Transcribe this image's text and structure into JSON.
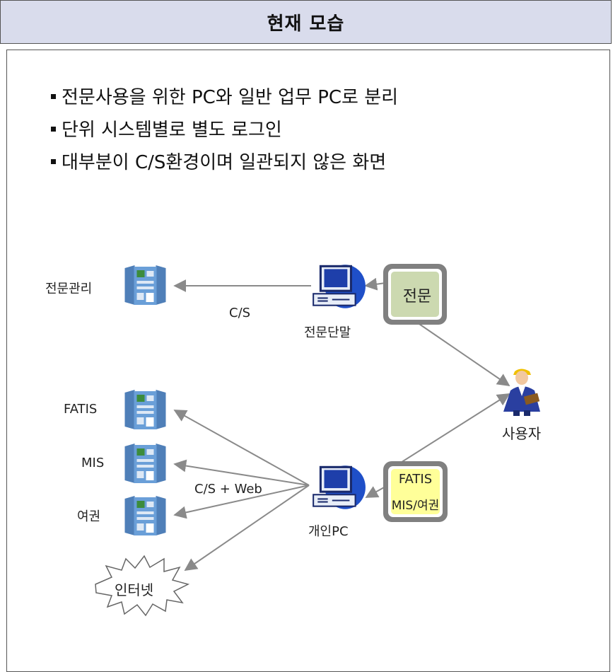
{
  "header": {
    "title": "현재 모습"
  },
  "bullets": [
    "전문사용을 위한 PC와 일반 업무 PC로 분리",
    "단위 시스템별로 별도 로그인",
    "대부분이 C/S환경이며 일관되지 않은 화면"
  ],
  "diagram": {
    "servers": [
      "전문관리",
      "FATIS",
      "MIS",
      "여권"
    ],
    "internet": "인터넷",
    "terminal": "전문단말",
    "pc": "개인PC",
    "user": "사용자",
    "cs_label": "C/S",
    "cs_web_label": "C/S + Web",
    "jeonmun_box": "전문",
    "pc_box_line1": "FATIS",
    "pc_box_line2": "MIS/여권"
  },
  "colors": {
    "header_bg": "#d9dcec",
    "green_box": "#ccd9b0",
    "yellow_box": "#ffff99",
    "arrow": "#8a8a8a"
  }
}
